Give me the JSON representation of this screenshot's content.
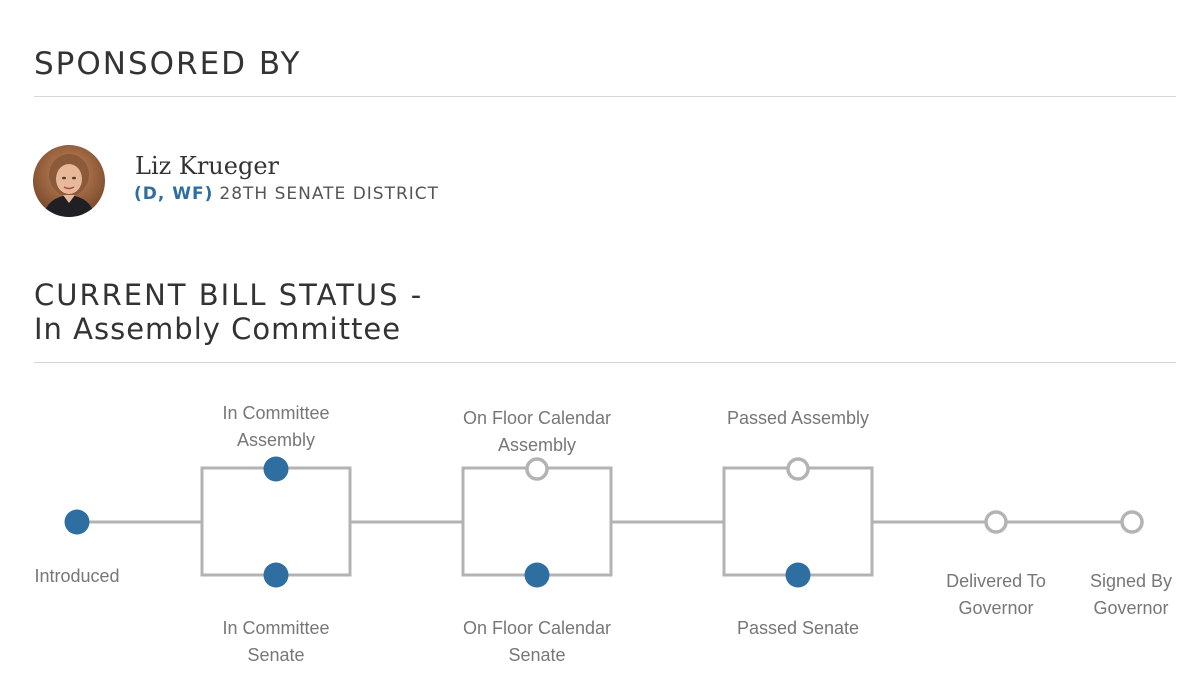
{
  "sponsored": {
    "heading": "SPONSORED BY"
  },
  "sponsor": {
    "name": "Liz Krueger",
    "party": "(D, WF)",
    "district": "28TH SENATE DISTRICT"
  },
  "status": {
    "heading": "CURRENT BILL STATUS -",
    "current": "In Assembly Committee"
  },
  "colors": {
    "accent": "#2f6ea0",
    "line": "#b3b3b3",
    "text": "#333333",
    "muted": "#777777"
  },
  "steps": {
    "introduced": {
      "label": "Introduced",
      "completed": true
    },
    "committee_assembly": {
      "line1": "In Committee",
      "line2": "Assembly",
      "completed": true
    },
    "committee_senate": {
      "line1": "In Committee",
      "line2": "Senate",
      "completed": true
    },
    "floor_assembly": {
      "line1": "On Floor Calendar",
      "line2": "Assembly",
      "completed": false
    },
    "floor_senate": {
      "line1": "On Floor Calendar",
      "line2": "Senate",
      "completed": true
    },
    "passed_assembly": {
      "label": "Passed Assembly",
      "completed": false
    },
    "passed_senate": {
      "label": "Passed Senate",
      "completed": true
    },
    "delivered_governor": {
      "line1": "Delivered To",
      "line2": "Governor",
      "completed": false
    },
    "signed_governor": {
      "line1": "Signed By",
      "line2": "Governor",
      "completed": false
    }
  }
}
